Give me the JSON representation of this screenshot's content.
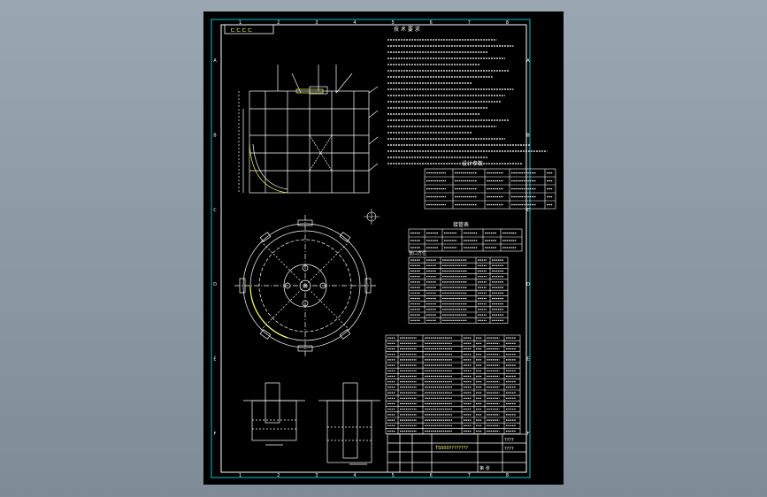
{
  "title_tag": "ㄷㄷㄷㄷ",
  "frame_cols": [
    "1",
    "2",
    "3",
    "4",
    "5",
    "6",
    "7",
    "8"
  ],
  "frame_rows": [
    "A",
    "B",
    "C",
    "D",
    "E",
    "F"
  ],
  "notes_heading": "技 术 要 求",
  "table1_title": "设计参数",
  "table2_title": "接管表",
  "table3_title": "管口方位",
  "title_block": {
    "drawing_name": "TS000????????",
    "scale_text": "????",
    "code_text": "????",
    "page_text": "第  张"
  },
  "colors": {
    "line": "#ffffff",
    "frame": "#00c8d4",
    "text": "#ffffff",
    "accent": "#ffff66",
    "highlight": "#ff4444"
  }
}
